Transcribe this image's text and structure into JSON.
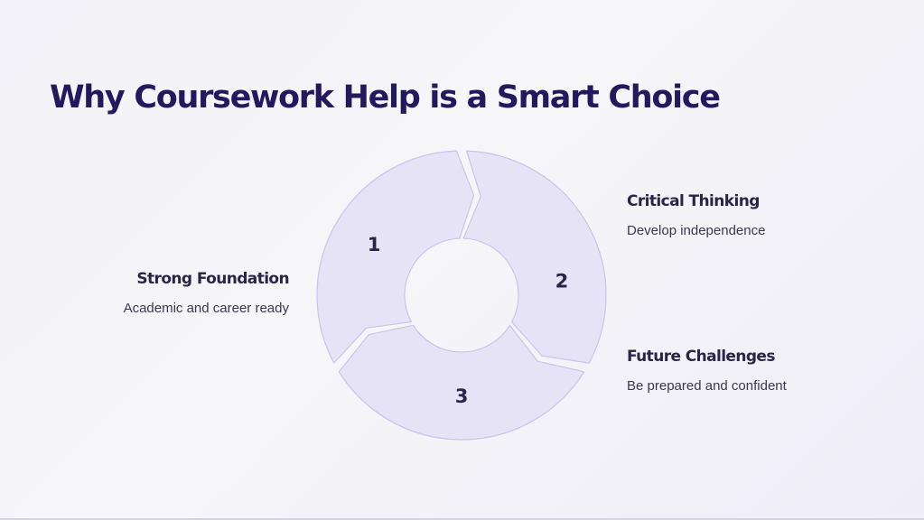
{
  "slide": {
    "title": "Why Coursework Help is a Smart Choice"
  },
  "cycle": {
    "steps": [
      {
        "number": "1",
        "title": "Strong Foundation",
        "description": "Academic and career ready"
      },
      {
        "number": "2",
        "title": "Critical Thinking",
        "description": "Develop independence"
      },
      {
        "number": "3",
        "title": "Future Challenges",
        "description": "Be prepared and confident"
      }
    ]
  },
  "colors": {
    "title": "#22195e",
    "segment_fill": "#e6e3f7",
    "segment_stroke": "#c9c4ea",
    "text_dark": "#2a2448"
  }
}
